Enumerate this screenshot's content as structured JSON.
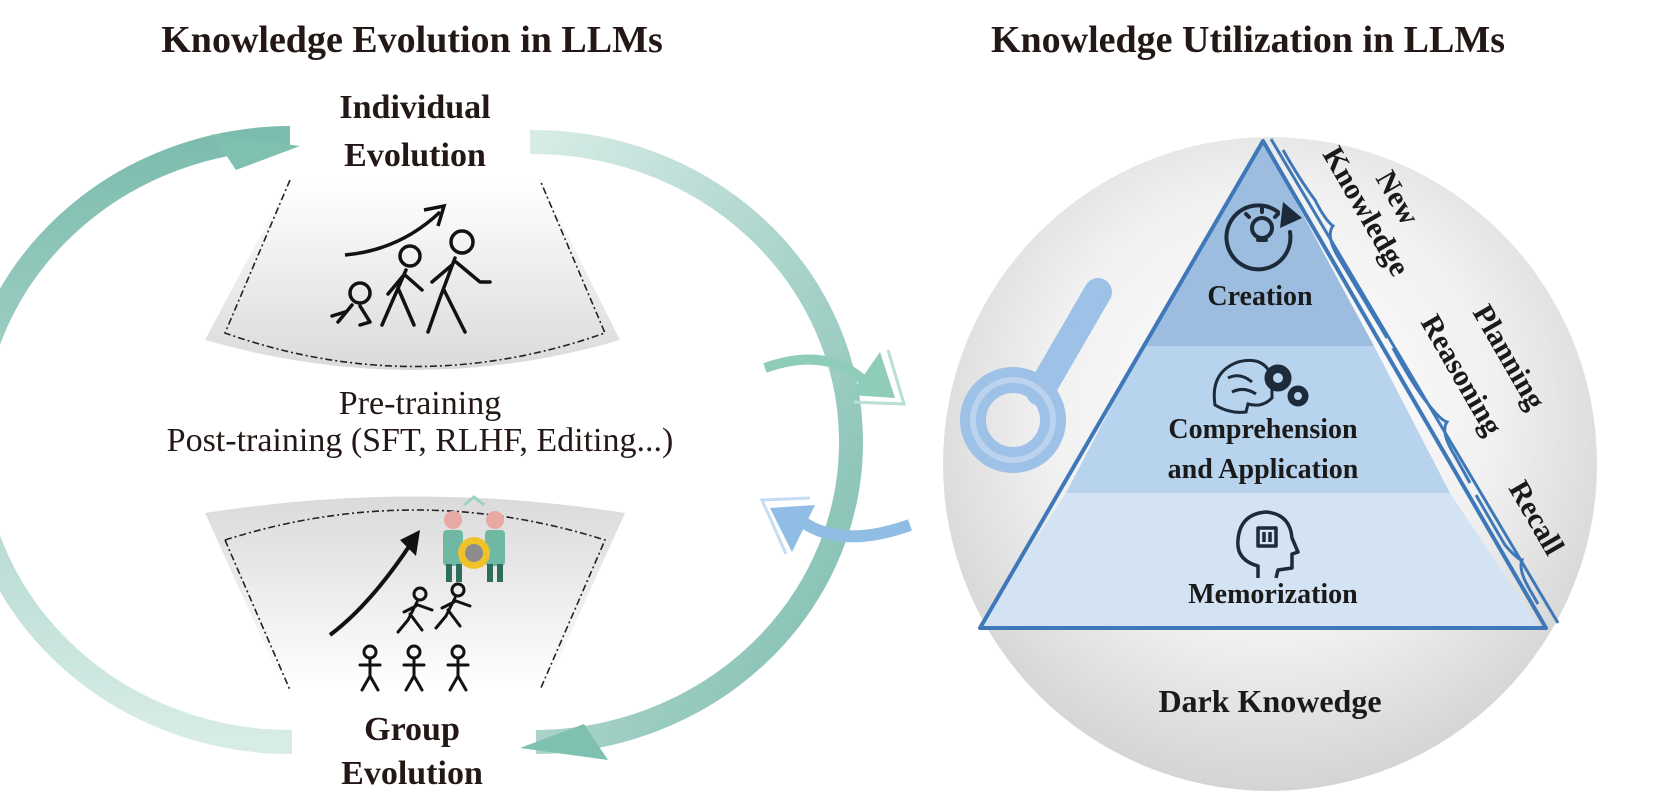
{
  "left": {
    "title": "Knowledge Evolution in LLMs",
    "individual": {
      "line1": "Individual",
      "line2": "Evolution"
    },
    "group": {
      "line1": "Group",
      "line2": "Evolution"
    },
    "center": {
      "line1": "Pre-training",
      "line2": "Post-training (SFT, RLHF, Editing...)"
    }
  },
  "right": {
    "title": "Knowledge Utilization in LLMs",
    "pyramid": {
      "top": "Creation",
      "middle_line1": "Comprehension",
      "middle_line2": "and Application",
      "bottom": "Memorization"
    },
    "side_labels": {
      "new": "New",
      "knowledge": "Knowledge",
      "planning": "Planning",
      "reasoning": "Reasoning",
      "recall": "Recall"
    },
    "dark": "Dark Knowedge"
  },
  "colors": {
    "teal_arrow": "#7fc0b0",
    "blue_arrow": "#8fbde3",
    "pyramid_top": "#9cbde0",
    "pyramid_mid": "#b8d3ee",
    "pyramid_bottom": "#d3e3f3",
    "pyramid_stroke": "#3f78b8",
    "key": "#9ec1e8"
  }
}
